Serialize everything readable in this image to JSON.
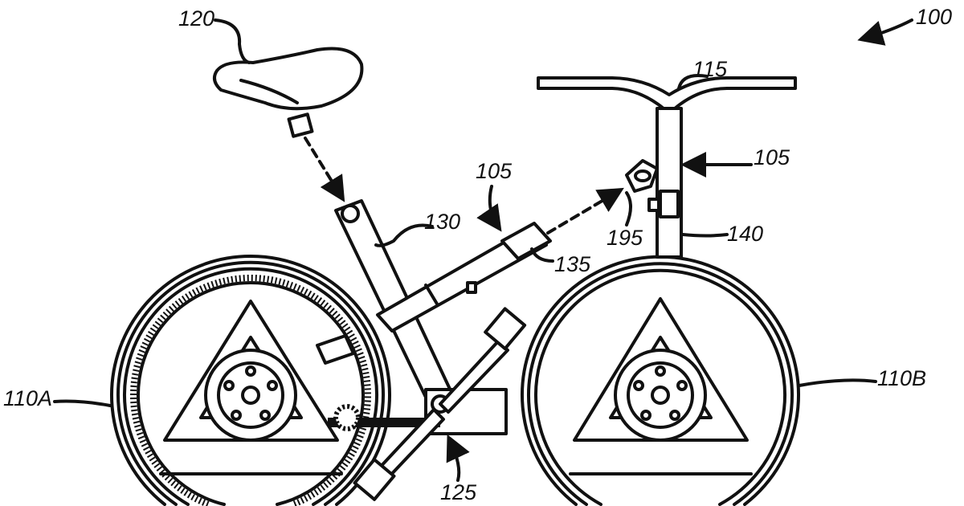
{
  "figure": {
    "labels": {
      "bicycle": "100",
      "frame_top": "105",
      "frame_head": "105",
      "rear_wheel": "110A",
      "front_wheel": "110B",
      "handlebar": "115",
      "seat": "120",
      "drive_unit": "125",
      "seat_tube": "130",
      "top_tube": "135",
      "head_tube": "140",
      "clamp": "195"
    }
  }
}
